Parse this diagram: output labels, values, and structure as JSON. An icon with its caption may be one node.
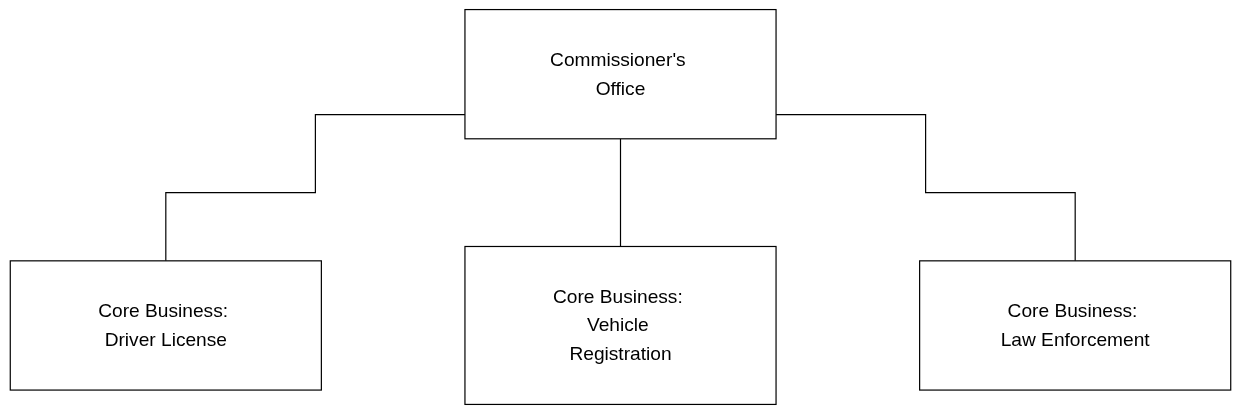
{
  "diagram": {
    "nodes": [
      {
        "text": [
          "Commissioner's Office"
        ]
      },
      {
        "text": [
          "Core Business: Driver License"
        ]
      },
      {
        "text": [
          "Core Business: Vehicle Registration"
        ]
      },
      {
        "text": [
          "Core Business: Law Enforcement"
        ]
      }
    ],
    "edges": [
      {
        "from": 0,
        "to": 1,
        "arrow": "none"
      },
      {
        "from": 0,
        "to": 2,
        "arrow": "none"
      },
      {
        "from": 0,
        "to": 3,
        "arrow": "none"
      }
    ]
  }
}
